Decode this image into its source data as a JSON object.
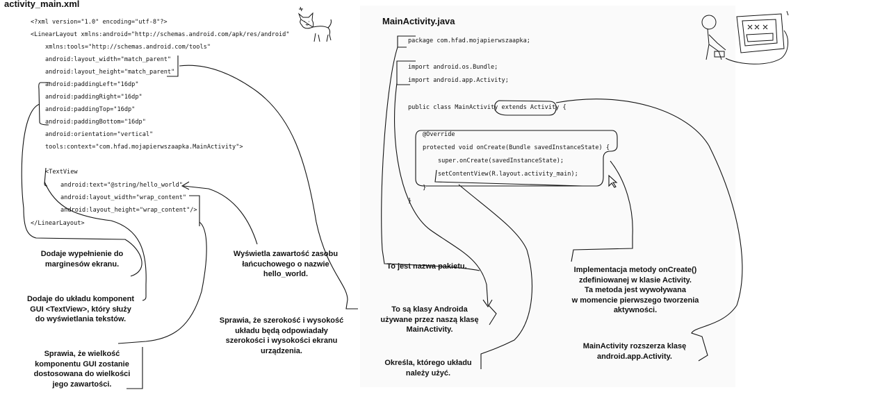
{
  "left": {
    "title": "activity_main.xml",
    "code": [
      "<?xml version=\"1.0\" encoding=\"utf-8\"?>",
      "<LinearLayout xmlns:android=\"http://schemas.android.com/apk/res/android\"",
      "xmlns:tools=\"http://schemas.android.com/tools\"",
      "android:layout_width=\"match_parent\"",
      "android:layout_height=\"match_parent\"",
      "android:paddingLeft=\"16dp\"",
      "android:paddingRight=\"16dp\"",
      "android:paddingTop=\"16dp\"",
      "android:paddingBottom=\"16dp\"",
      "android:orientation=\"vertical\"",
      "tools:context=\"com.hfad.mojapierwszaapka.MainActivity\">",
      "<TextView",
      "android:text=\"@string/hello_world\"",
      "android:layout_width=\"wrap_content\"",
      "android:layout_height=\"wrap_content\"/>",
      "</LinearLayout>"
    ],
    "annotations": {
      "padding": [
        "Dodaje wypełnienie do",
        "marginesów ekranu."
      ],
      "textview": [
        "Dodaje do układu komponent",
        "GUI <TextView>, który służy",
        "do wyświetlania tekstów."
      ],
      "wrap": [
        "Sprawia, że wielkość",
        "komponentu GUI zostanie",
        "dostosowana do wielkości",
        "jego zawartości."
      ],
      "string": [
        "Wyświetla zawartość zasobu",
        "łańcuchowego o nazwie",
        "hello_world."
      ],
      "match": [
        "Sprawia, że szerokość i wysokość",
        "układu będą odpowiadały",
        "szerokości i wysokości ekranu",
        "urządzenia."
      ]
    }
  },
  "right": {
    "title": "MainActivity.java",
    "code": [
      "package com.hfad.mojapierwszaapka;",
      "import android.os.Bundle;",
      "import android.app.Activity;",
      "public class MainActivity extends Activity {",
      "@Override",
      "protected void onCreate(Bundle savedInstanceState) {",
      "super.onCreate(savedInstanceState);",
      "setContentView(R.layout.activity_main);",
      "}",
      "}"
    ],
    "annotations": {
      "package": [
        "To jest nazwa pakietu."
      ],
      "imports": [
        "To są klasy Androida",
        "używane przez naszą klasę",
        "MainActivity."
      ],
      "layout": [
        "Określa, którego układu",
        "należy użyć."
      ],
      "oncreate": [
        "Implementacja metody onCreate()",
        "zdefiniowanej w klasie Activity.",
        "Ta metoda jest wywoływana",
        "w momencie pierwszego tworzenia",
        "aktywności."
      ],
      "extends": [
        "MainActivity rozszerza klasę",
        "android.app.Activity."
      ]
    }
  },
  "icons": [
    "cat-doodle-icon",
    "person-at-computer-doodle-icon",
    "mouse-cursor-icon"
  ]
}
